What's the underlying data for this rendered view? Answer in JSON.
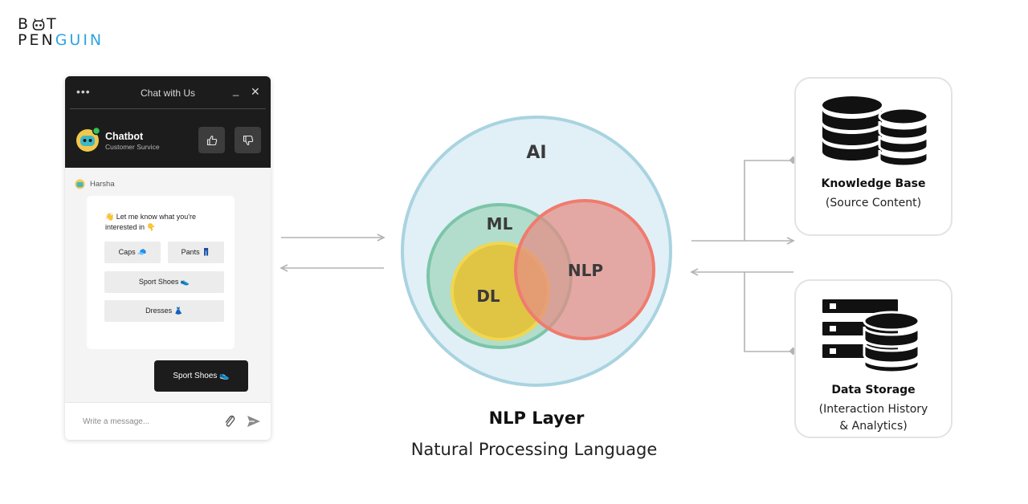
{
  "logo": {
    "line1_left": "B",
    "line1_right": "T",
    "line2_dark": "PEN",
    "line2_blue": "GUIN"
  },
  "chat": {
    "header_title": "Chat with Us",
    "bot_name": "Chatbot",
    "bot_subtitle": "Customer Survice",
    "user_name": "Harsha",
    "message": "👋 Let me know what you're interested in 👇",
    "options": [
      "Caps 🧢",
      "Pants 👖",
      "Sport Shoes 👟",
      "Dresses 👗"
    ],
    "selected_reply": "Sport Shoes 👟",
    "input_placeholder": "Write a message..."
  },
  "venn": {
    "outer": "AI",
    "ml": "ML",
    "dl": "DL",
    "nlp": "NLP",
    "title": "NLP Layer",
    "subtitle": "Natural Processing Language",
    "colors": {
      "ai": "#a9d3e0",
      "ml": "#7cc5a8",
      "dl": "#e6c43a",
      "nlp": "#f07b6e"
    }
  },
  "knowledge_base": {
    "title": "Knowledge Base",
    "subtitle": "(Source Content)",
    "icon": "database-icon"
  },
  "data_storage": {
    "title": "Data Storage",
    "subtitle_line1": "(Interaction History",
    "subtitle_line2": "& Analytics)",
    "icon": "server-database-icon"
  }
}
